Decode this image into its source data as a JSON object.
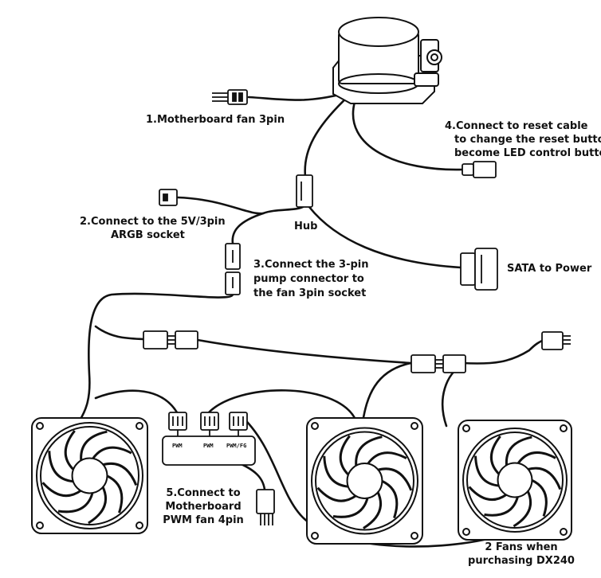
{
  "labels": {
    "motherboard_fan": "1.Motherboard fan 3pin",
    "argb_line1": "2.Connect to the 5V/3pin",
    "argb_line2": "ARGB socket",
    "pump_line1": "3.Connect the 3-pin",
    "pump_line2": "pump connector to",
    "pump_line3": "the fan 3pin socket",
    "reset_line1": "4.Connect to reset cable",
    "reset_line2": "to change the reset button",
    "reset_line3": "become LED control button",
    "hub": "Hub",
    "sata": "SATA to Power",
    "pwm_line1": "5.Connect to",
    "pwm_line2": "Motherboard",
    "pwm_line3": "PWM fan 4pin",
    "fans_line1": "2 Fans when",
    "fans_line2": "purchasing DX240"
  },
  "pwm_hub_ports": [
    "PWM",
    "PWM",
    "PWM/FG"
  ],
  "colors": {
    "line": "#111111",
    "fill": "#ffffff"
  }
}
